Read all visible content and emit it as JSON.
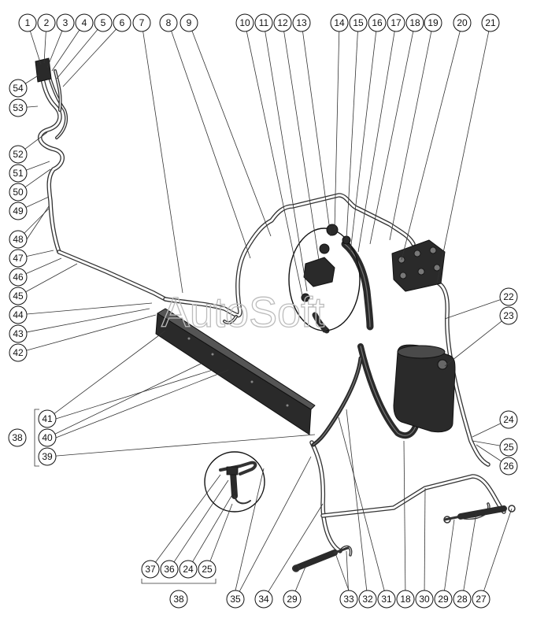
{
  "watermark": "AutoSoft",
  "colors": {
    "line": "#333333",
    "part_dark": "#2a2a2a",
    "background": "#ffffff"
  },
  "callouts": {
    "top": [
      "1",
      "2",
      "3",
      "4",
      "5",
      "6",
      "7",
      "8",
      "9",
      "10",
      "11",
      "12",
      "13",
      "14",
      "15",
      "16",
      "17",
      "18",
      "19",
      "20",
      "21"
    ],
    "left": [
      "54",
      "53",
      "52",
      "51",
      "50",
      "49",
      "48",
      "47",
      "46",
      "45",
      "44",
      "43",
      "42"
    ],
    "group_38_left": [
      "41",
      "40",
      "39"
    ],
    "group_38_left_label": "38",
    "right": [
      "22",
      "23",
      "24",
      "25",
      "26"
    ],
    "bottom": [
      "37",
      "36",
      "24",
      "25",
      "35",
      "34",
      "29",
      "33",
      "32",
      "31",
      "18",
      "30",
      "29",
      "28",
      "27"
    ],
    "group_38_bottom_label": "38"
  }
}
